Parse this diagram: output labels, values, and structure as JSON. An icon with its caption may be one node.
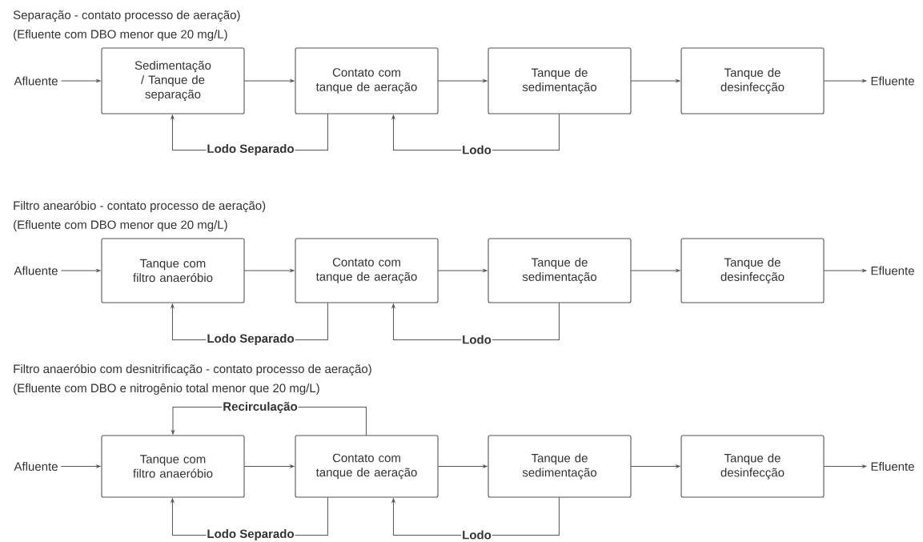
{
  "diagram": {
    "nodes": [
      {
        "text": [
          "Afluente"
        ]
      },
      {
        "text": [
          "Sedimentação / Tanque de separação"
        ]
      },
      {
        "text": [
          "Contato com tanque de aeração"
        ]
      },
      {
        "text": [
          "Tanque de sedimentação"
        ]
      },
      {
        "text": [
          "Tanque de desinfecção"
        ]
      },
      {
        "text": [
          "Efluente"
        ]
      },
      {
        "text": [
          "Afluente"
        ]
      },
      {
        "text": [
          "Tanque com filtro anaeróbio"
        ]
      },
      {
        "text": [
          "Contato com tanque de aeração"
        ]
      },
      {
        "text": [
          "Tanque de sedimentação"
        ]
      },
      {
        "text": [
          "Tanque de desinfecção"
        ]
      },
      {
        "text": [
          "Efluente"
        ]
      },
      {
        "text": [
          "Afluente"
        ]
      },
      {
        "text": [
          "Tanque com filtro anaeróbio"
        ]
      },
      {
        "text": [
          "Contato com tanque de aeração"
        ]
      },
      {
        "text": [
          "Tanque de sedimentação"
        ]
      },
      {
        "text": [
          "Tanque de desinfecção"
        ]
      },
      {
        "text": [
          "Efluente"
        ]
      }
    ],
    "edges": [
      {
        "from": 0,
        "to": 1,
        "arrow": "to"
      },
      {
        "from": 1,
        "to": 2,
        "arrow": "to"
      },
      {
        "from": 2,
        "to": 3,
        "arrow": "to"
      },
      {
        "from": 3,
        "to": 4,
        "arrow": "to"
      },
      {
        "from": 4,
        "to": 5,
        "arrow": "to"
      },
      {
        "from": 2,
        "to": 1,
        "arrow": "to",
        "label": "Lodo Separado"
      },
      {
        "from": 3,
        "to": 2,
        "arrow": "to",
        "label": "Lodo"
      },
      {
        "from": 6,
        "to": 7,
        "arrow": "to"
      },
      {
        "from": 7,
        "to": 8,
        "arrow": "to"
      },
      {
        "from": 8,
        "to": 9,
        "arrow": "to"
      },
      {
        "from": 9,
        "to": 10,
        "arrow": "to"
      },
      {
        "from": 10,
        "to": 11,
        "arrow": "to"
      },
      {
        "from": 8,
        "to": 7,
        "arrow": "to",
        "label": "Lodo Separado"
      },
      {
        "from": 9,
        "to": 8,
        "arrow": "to",
        "label": "Lodo"
      },
      {
        "from": 12,
        "to": 13,
        "arrow": "to"
      },
      {
        "from": 13,
        "to": 14,
        "arrow": "to"
      },
      {
        "from": 14,
        "to": 15,
        "arrow": "to"
      },
      {
        "from": 15,
        "to": 16,
        "arrow": "to"
      },
      {
        "from": 16,
        "to": 17,
        "arrow": "to"
      },
      {
        "from": 14,
        "to": 13,
        "arrow": "to",
        "label": "Recirculação"
      },
      {
        "from": 14,
        "to": 13,
        "arrow": "to",
        "label": "Lodo Separado"
      },
      {
        "from": 15,
        "to": 14,
        "arrow": "to",
        "label": "Lodo"
      }
    ],
    "labels": [
      "Separação - contato processo de aeração)",
      "(Efluente com DBO menor que 20 mg/L)",
      "Filtro anearóbio - contato processo de aeração)",
      "(Efluente  com DBO menor que 20 mg/L)",
      "Filtro anaeróbio com desnitrificação - contato processo de aeração)",
      "(Efluente com DBO e nitrogênio total menor que 20 mg/L)"
    ]
  }
}
